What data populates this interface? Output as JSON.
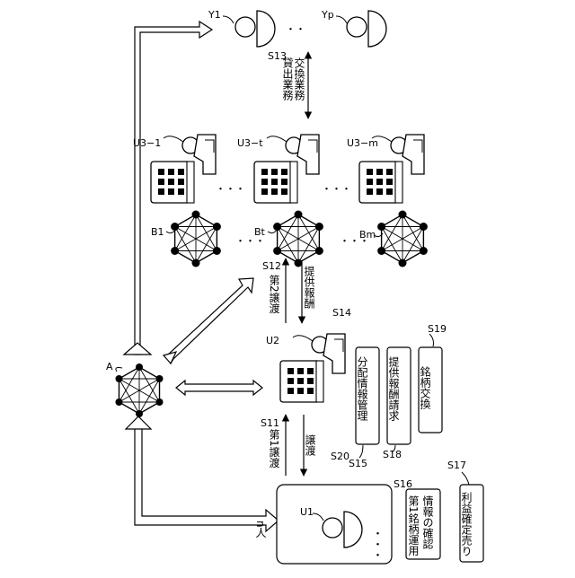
{
  "hub": {
    "label": "A"
  },
  "investors": {
    "group_label": "n人",
    "user_label": "U1",
    "ellipsis": "・・・"
  },
  "primary_user": {
    "label": "U2"
  },
  "users": [
    {
      "label": "U3−1"
    },
    {
      "label": "U3−t"
    },
    {
      "label": "U3−m"
    }
  ],
  "networks": [
    {
      "label": "B1"
    },
    {
      "label": "Bt"
    },
    {
      "label": "Bm"
    }
  ],
  "receivers": [
    {
      "label": "Y1"
    },
    {
      "label": "Yp"
    }
  ],
  "ellipsis_h": "・・・",
  "steps": {
    "s11": {
      "code": "S11",
      "text": "第1譲渡"
    },
    "s20": {
      "code": "S20",
      "text": "譲渡"
    },
    "s12": {
      "code": "S12",
      "text": "第2譲渡"
    },
    "s14": {
      "code": "S14",
      "text": "提供報酬"
    },
    "s13": {
      "code": "S13",
      "line1": "貸出業務",
      "line2": "交換業務"
    },
    "s15": {
      "code": "S15",
      "text": "分配情報管理"
    },
    "s18": {
      "code": "S18",
      "text": "提供報酬請求"
    },
    "s19": {
      "code": "S19",
      "text": "銘柄交換"
    },
    "s16": {
      "code": "S16",
      "line1": "第1銘柄運用",
      "line2": "情報の確認"
    },
    "s17": {
      "code": "S17",
      "text": "利益確定売り"
    }
  }
}
